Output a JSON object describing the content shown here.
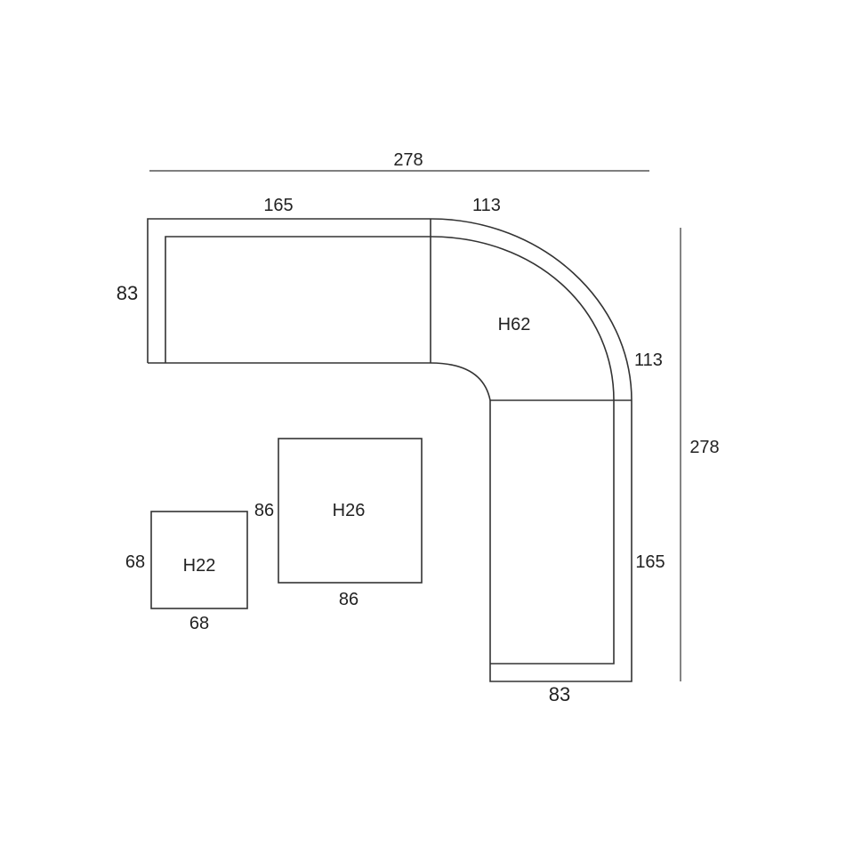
{
  "diagram": {
    "overall_width": "278",
    "overall_depth": "278",
    "left_section_width": "165",
    "left_section_depth": "83",
    "corner_top_width": "113",
    "corner_side_width": "113",
    "corner_height": "H62",
    "right_section_length": "165",
    "right_section_depth": "83",
    "coffee_table_width": "86",
    "coffee_table_depth": "86",
    "coffee_table_height": "H26",
    "side_table_width": "68",
    "side_table_depth": "68",
    "side_table_height": "H22"
  },
  "colors": {
    "line": "#333333",
    "text": "#222222",
    "background": "#ffffff"
  }
}
